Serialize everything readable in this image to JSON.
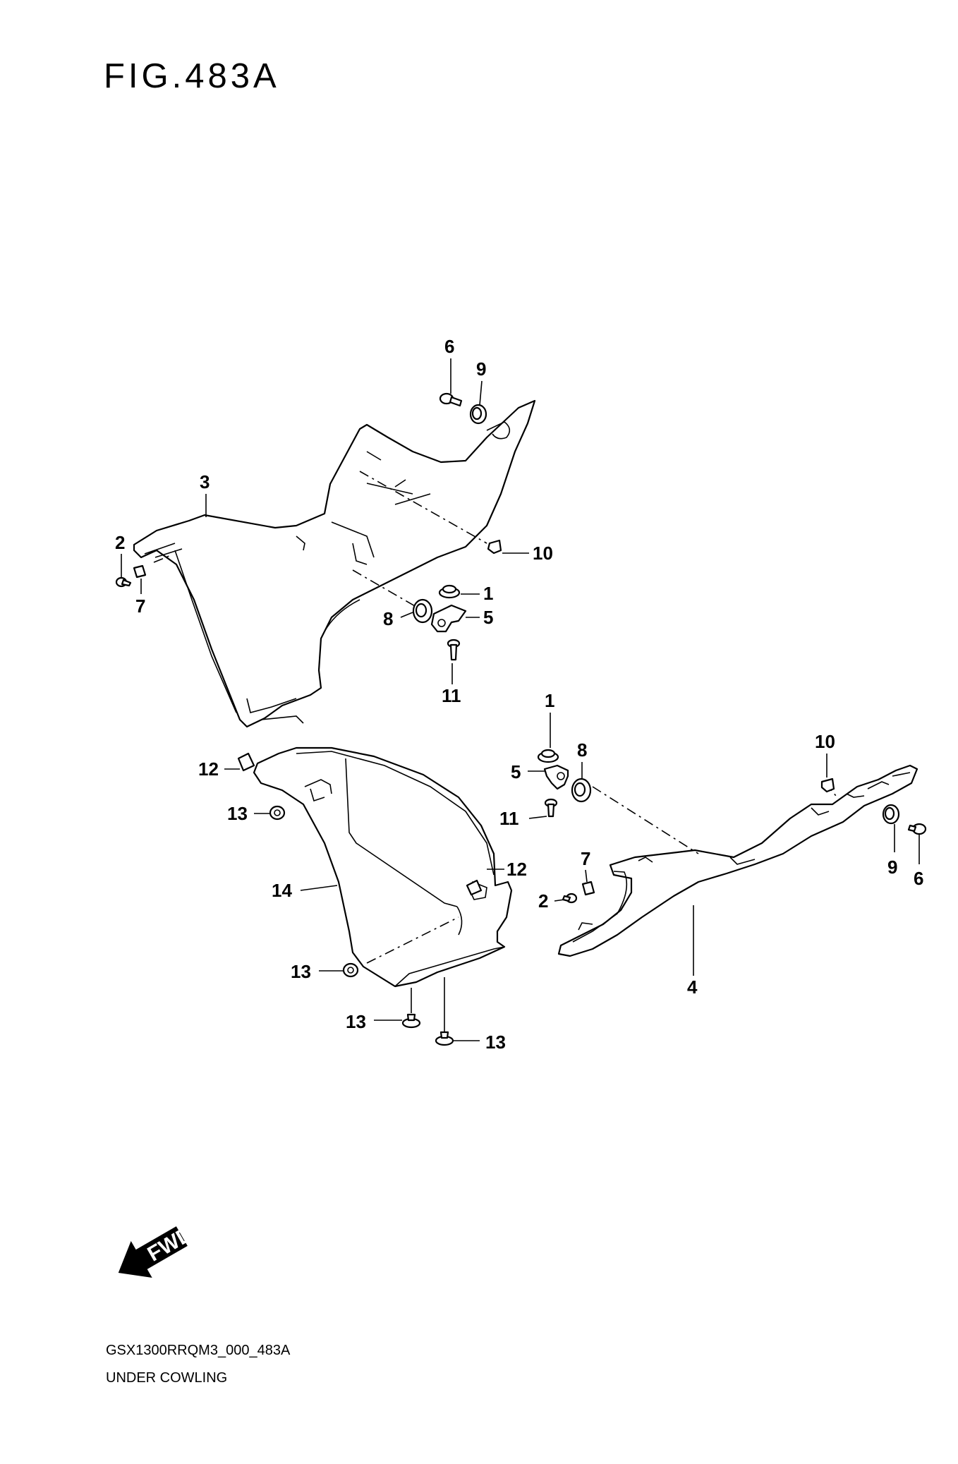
{
  "figure": {
    "title": "FIG.483A"
  },
  "fwd_label": "FWD",
  "footer": {
    "code": "GSX1300RRQM3_000_483A",
    "name": "UNDER COWLING"
  },
  "callouts": {
    "upper_6": "6",
    "upper_9": "9",
    "upper_3": "3",
    "upper_2": "2",
    "upper_7": "7",
    "upper_10": "10",
    "upper_1": "1",
    "upper_8": "8",
    "upper_5": "5",
    "upper_11": "11",
    "right_1": "1",
    "right_8": "8",
    "right_5": "5",
    "right_11": "11",
    "right_10": "10",
    "right_7": "7",
    "right_2": "2",
    "right_9": "9",
    "right_6": "6",
    "right_4": "4",
    "left_12a": "12",
    "left_13a": "13",
    "left_14": "14",
    "left_12b": "12",
    "left_13b": "13",
    "left_13c": "13",
    "left_13d": "13"
  }
}
